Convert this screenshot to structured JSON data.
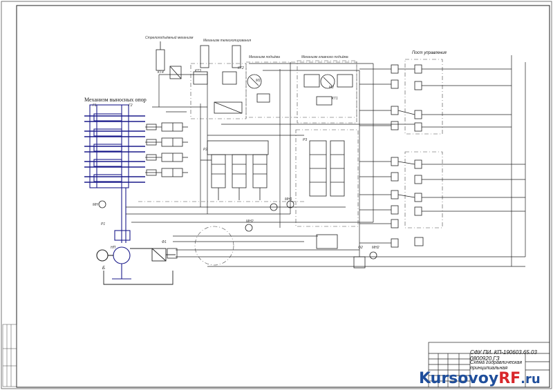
{
  "drawing": {
    "title_outriggers": "Механизм выносных опор",
    "label_sling": "Стрелоподъёмный механизм",
    "label_telescope": "Механизм телескопирования",
    "label_lift": "Механизм подъёма",
    "label_main_lift": "Механизм главного подъёма",
    "label_control_post": "Пост управления",
    "label_B": "Б",
    "label_P1": "Р1",
    "label_P2": "Р2",
    "label_P3": "Р3",
    "label_F1": "Ф1",
    "label_F2": "Ф2",
    "label_MN1": "МН1",
    "label_MN2": "МН2",
    "label_MN3": "МН2",
    "label_MN_left": "МН",
    "label_KT1": "КТ1",
    "label_KT2": "КТ2",
    "label_KT3": "КТ3",
    "label_KT4": "КТ4",
    "label_M1": "М1",
    "label_M2": "М2",
    "label_NP": "НП",
    "label_G1": "Г1",
    "label_G2": "Г2"
  },
  "stamp": {
    "code": "СФУ ПИ. КП-190603.65.03 0800920 ГЗ",
    "name_line1": "Схема гидравлическая",
    "name_line2": "принципиальная"
  },
  "watermark": {
    "main": "Kursovoy",
    "accent": "RF",
    "suffix": ".ru"
  }
}
